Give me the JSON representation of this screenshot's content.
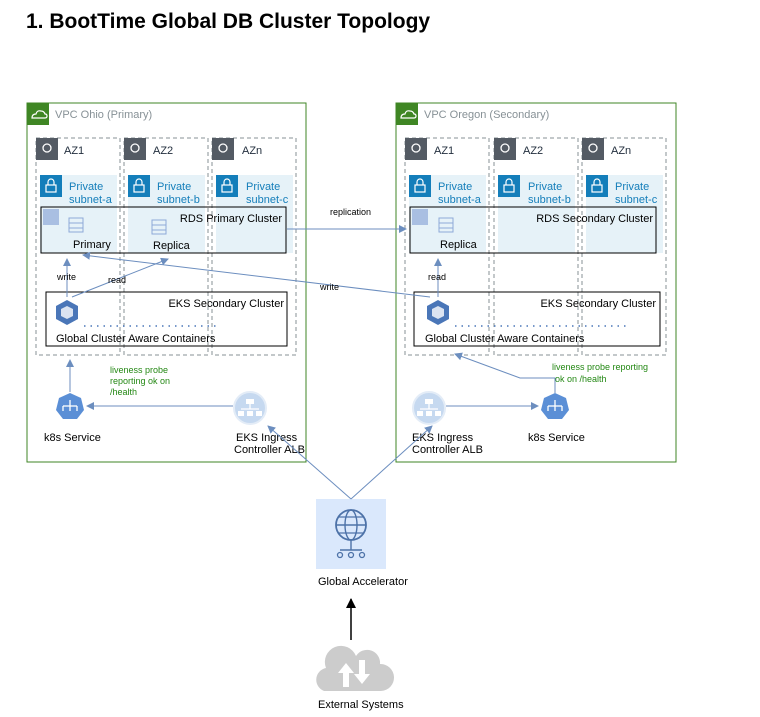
{
  "title": "1. BootTime Global DB Cluster Topology",
  "vpc_ohio": {
    "label": "VPC Ohio (Primary)",
    "azs": [
      "AZ1",
      "AZ2",
      "AZn"
    ],
    "subnets": [
      {
        "line1": "Private",
        "line2": "subnet-a"
      },
      {
        "line1": "Private",
        "line2": "subnet-b"
      },
      {
        "line1": "Private",
        "line2": "subnet-c"
      }
    ],
    "rds_label": "RDS Primary Cluster",
    "primary_label": "Primary",
    "replica_label": "Replica",
    "write_label": "write",
    "read_label": "read",
    "eks_label": "EKS Secondary Cluster",
    "containers_label": "Global Cluster Aware Containers",
    "liveness": [
      "liveness probe",
      "reporting ok on",
      "/health"
    ],
    "k8s_label": "k8s Service",
    "alb_label": [
      "EKS Ingress",
      "Controller ALB"
    ]
  },
  "vpc_oregon": {
    "label": "VPC Oregon (Secondary)",
    "azs": [
      "AZ1",
      "AZ2",
      "AZn"
    ],
    "subnets": [
      {
        "line1": "Private",
        "line2": "subnet-a"
      },
      {
        "line1": "Private",
        "line2": "subnet-b"
      },
      {
        "line1": "Private",
        "line2": "subnet-c"
      }
    ],
    "rds_label": "RDS Secondary Cluster",
    "replica_label": "Replica",
    "read_label": "read",
    "eks_label": "EKS Secondary Cluster",
    "containers_label": "Global Cluster Aware Containers",
    "liveness": [
      "liveness probe reporting",
      "ok on /health"
    ],
    "k8s_label": "k8s Service",
    "alb_label": [
      "EKS Ingress",
      "Controller ALB"
    ]
  },
  "replication_label": "replication",
  "cross_write_label": "write",
  "global_accelerator_label": "Global Accelerator",
  "external_systems_label": "External Systems",
  "colors": {
    "vpc_border": "#3f8624",
    "subnet_fill": "#e6f2f8",
    "subnet_icon": "#147eba",
    "az_border": "#879196",
    "arrow": "#6c8ebf",
    "liveness_text": "#248814",
    "accelerator_fill": "#dae8fc",
    "accelerator_icon": "#4d72a8",
    "cloud_fill": "#cccccc",
    "k8s_icon": "#5b8fd6",
    "alb_icon": "#a8c4e6"
  }
}
